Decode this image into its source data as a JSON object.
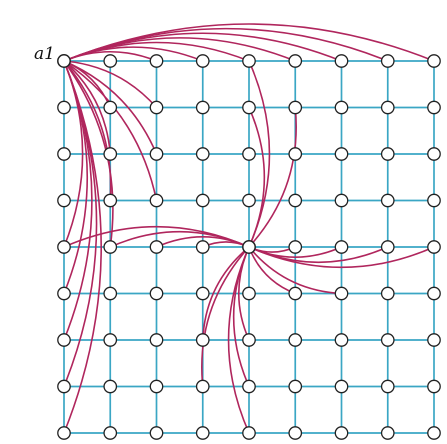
{
  "figure": {
    "corner_label": "a1",
    "grid_rows": 9,
    "grid_cols": 9,
    "corner_hub": {
      "row": 0,
      "col": 0
    },
    "center_hub": {
      "row": 4,
      "col": 4
    },
    "corner_hub_targets": [
      [
        0,
        2
      ],
      [
        0,
        3
      ],
      [
        0,
        4
      ],
      [
        0,
        5
      ],
      [
        0,
        6
      ],
      [
        0,
        7
      ],
      [
        0,
        8
      ],
      [
        1,
        1
      ],
      [
        1,
        2
      ],
      [
        2,
        1
      ],
      [
        2,
        2
      ],
      [
        3,
        1
      ],
      [
        3,
        2
      ],
      [
        4,
        0
      ],
      [
        4,
        1
      ],
      [
        5,
        0
      ],
      [
        6,
        0
      ],
      [
        7,
        0
      ],
      [
        8,
        0
      ]
    ],
    "center_hub_targets": [
      [
        0,
        4
      ],
      [
        1,
        4
      ],
      [
        1,
        5
      ],
      [
        4,
        0
      ],
      [
        4,
        1
      ],
      [
        4,
        2
      ],
      [
        4,
        3
      ],
      [
        4,
        5
      ],
      [
        4,
        6
      ],
      [
        4,
        7
      ],
      [
        4,
        8
      ],
      [
        5,
        5
      ],
      [
        5,
        6
      ],
      [
        6,
        3
      ],
      [
        6,
        4
      ],
      [
        7,
        3
      ],
      [
        7,
        4
      ],
      [
        8,
        4
      ]
    ],
    "colors": {
      "grid_edge": "#3aa6c4",
      "curve": "#b0265d",
      "node_fill": "#ffffff",
      "node_stroke": "#222222"
    }
  }
}
